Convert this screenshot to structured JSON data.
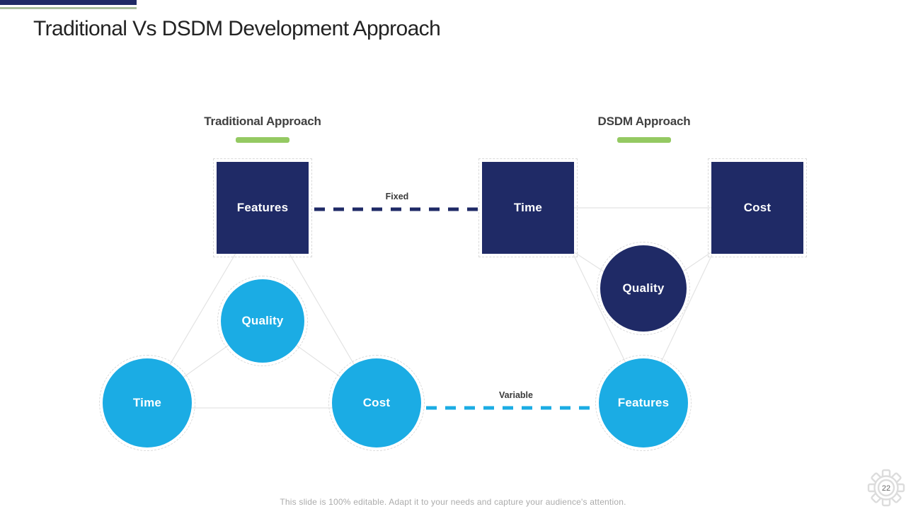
{
  "slide": {
    "title": "Traditional Vs DSDM Development Approach",
    "footer": "This slide is 100% editable. Adapt it to your needs and capture your audience's attention.",
    "page_number": "22"
  },
  "traditional": {
    "heading": "Traditional Approach",
    "connector_label": "Fixed",
    "nodes": {
      "features": "Features",
      "quality": "Quality",
      "time": "Time",
      "cost": "Cost"
    }
  },
  "dsdm": {
    "heading": "DSDM Approach",
    "connector_label": "Variable",
    "nodes": {
      "time": "Time",
      "cost": "Cost",
      "quality": "Quality",
      "features": "Features"
    }
  },
  "colors": {
    "navy": "#1F2A66",
    "cyan": "#1BACE4",
    "accent_green": "#94C962",
    "header_green": "#A9BE9D",
    "wire_gray": "#E3E3E3"
  }
}
